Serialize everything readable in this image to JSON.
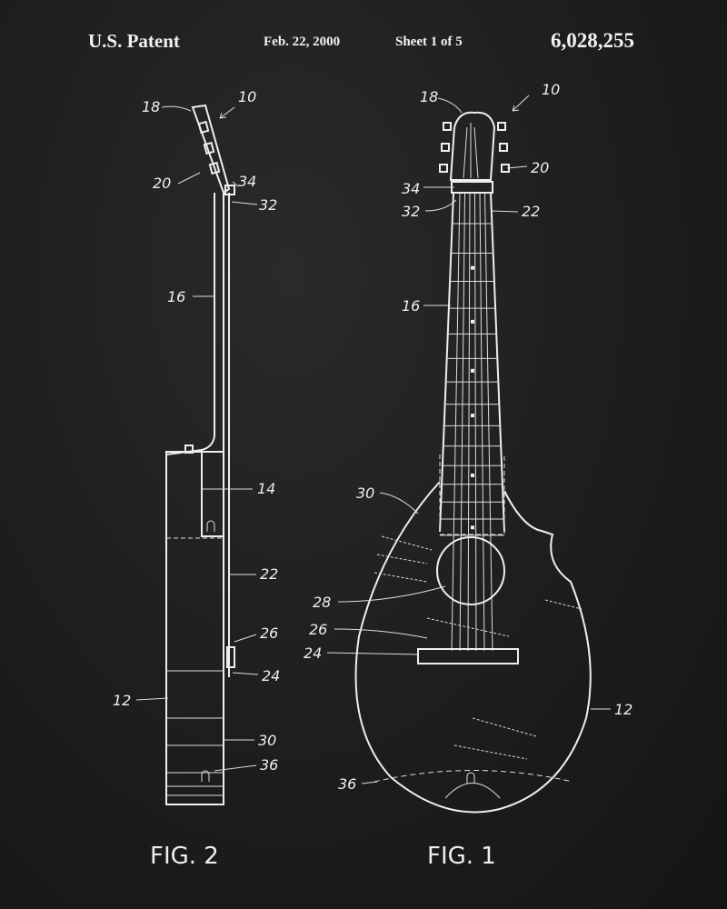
{
  "header": {
    "left": "U.S. Patent",
    "date": "Feb. 22, 2000",
    "sheet": "Sheet 1 of 5",
    "number": "6,028,255"
  },
  "fig2": {
    "title": "FIG. 2",
    "labels": {
      "l18": "18",
      "l10": "10",
      "l20": "20",
      "l34": "34",
      "l32": "32",
      "l16": "16",
      "l14": "14",
      "l22": "22",
      "l26": "26",
      "l24": "24",
      "l12": "12",
      "l30": "30",
      "l36": "36"
    }
  },
  "fig1": {
    "title": "FIG. 1",
    "labels": {
      "l18": "18",
      "l10": "10",
      "l20": "20",
      "l34": "34",
      "l32": "32",
      "l22": "22",
      "l16": "16",
      "l30": "30",
      "l28": "28",
      "l26": "26",
      "l24": "24",
      "l12": "12",
      "l36": "36"
    }
  }
}
